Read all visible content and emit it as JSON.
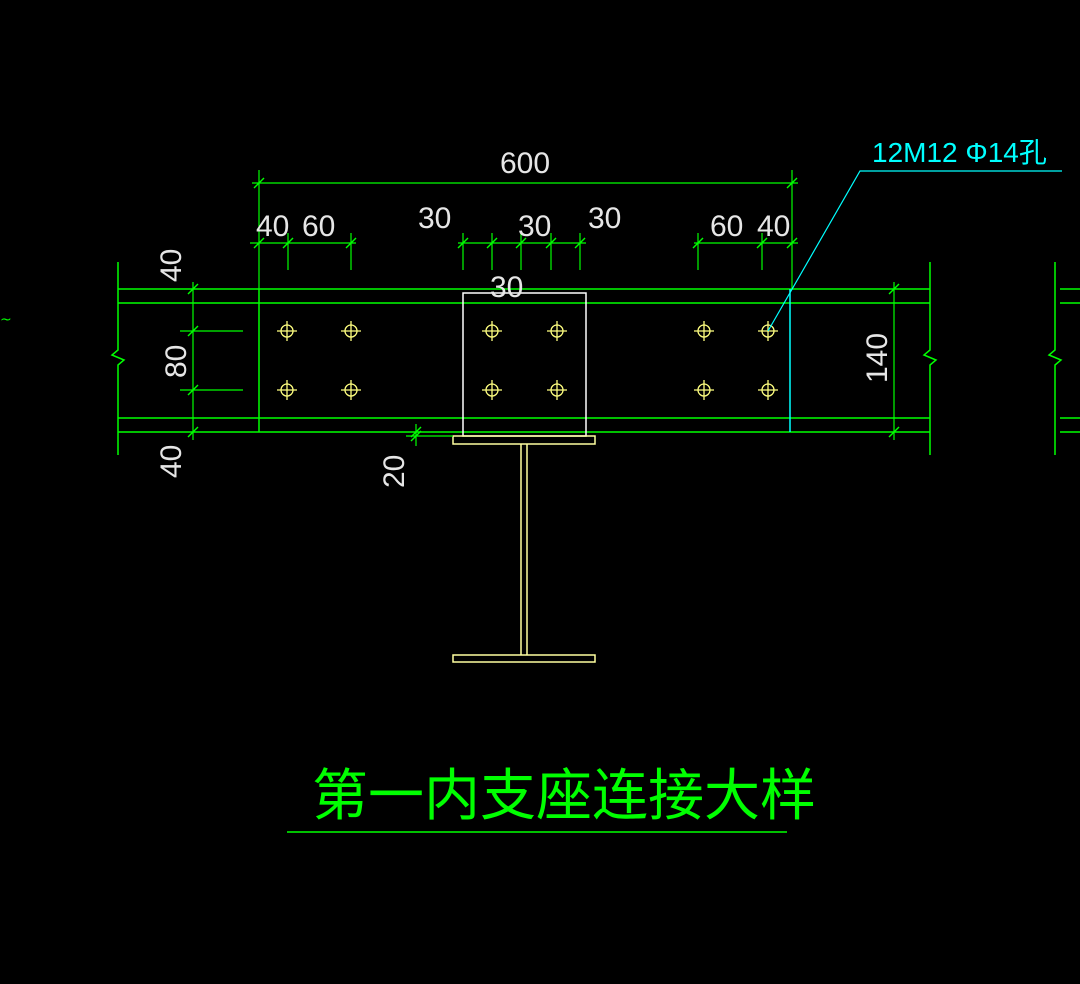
{
  "drawing": {
    "title": "第一内支座连接大样",
    "note": "12M12  Φ14孔",
    "dims": {
      "overall": "600",
      "left_40": "40",
      "left_60": "60",
      "c_left_30": "30",
      "c_mid_30": "30",
      "c_right_30": "30",
      "c_under_30": "30",
      "right_60": "60",
      "right_40": "40",
      "v_top_40": "40",
      "v_80": "80",
      "v_bot_40": "40",
      "v_140": "140",
      "gap_20": "20"
    }
  },
  "colors": {
    "background": "#000000",
    "beam": "#00ff00",
    "dimension": "#00ff00",
    "dim_text": "#e6e6e6",
    "plate": "#ffffff",
    "bolt": "#ffff80",
    "column": "#ffffa0",
    "leader": "#00ffff",
    "note": "#00ffff",
    "title": "#00ff00",
    "stiffener": "#00ffff"
  }
}
